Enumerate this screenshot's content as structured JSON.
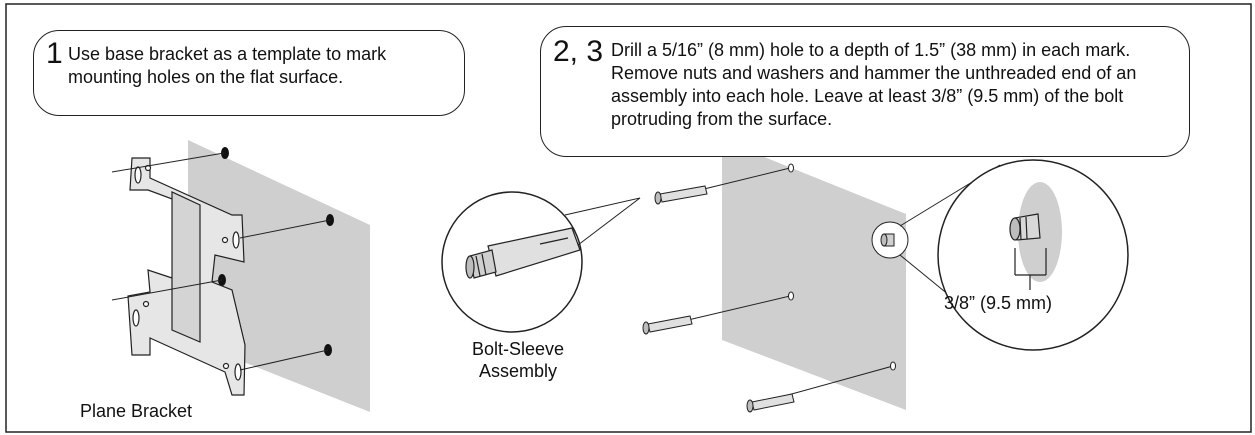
{
  "step1": {
    "number": "1",
    "text": "Use base bracket as a template to mark mounting holes on the flat surface."
  },
  "step23": {
    "number": "2, 3",
    "text": "Drill a 5/16” (8 mm) hole to a depth of 1.5” (38 mm) in each mark. Remove nuts and washers and hammer the unthreaded end of an assembly into each hole. Leave at least 3/8” (9.5 mm) of the bolt protruding from the surface."
  },
  "labels": {
    "plane_bracket": "Plane Bracket",
    "bolt_sleeve_line1": "Bolt-Sleeve",
    "bolt_sleeve_line2": "Assembly",
    "protrusion": "3/8” (9.5 mm)"
  },
  "colors": {
    "wall": "#cfcfcf",
    "line": "#222222",
    "bracket": "#e6e6e6"
  }
}
